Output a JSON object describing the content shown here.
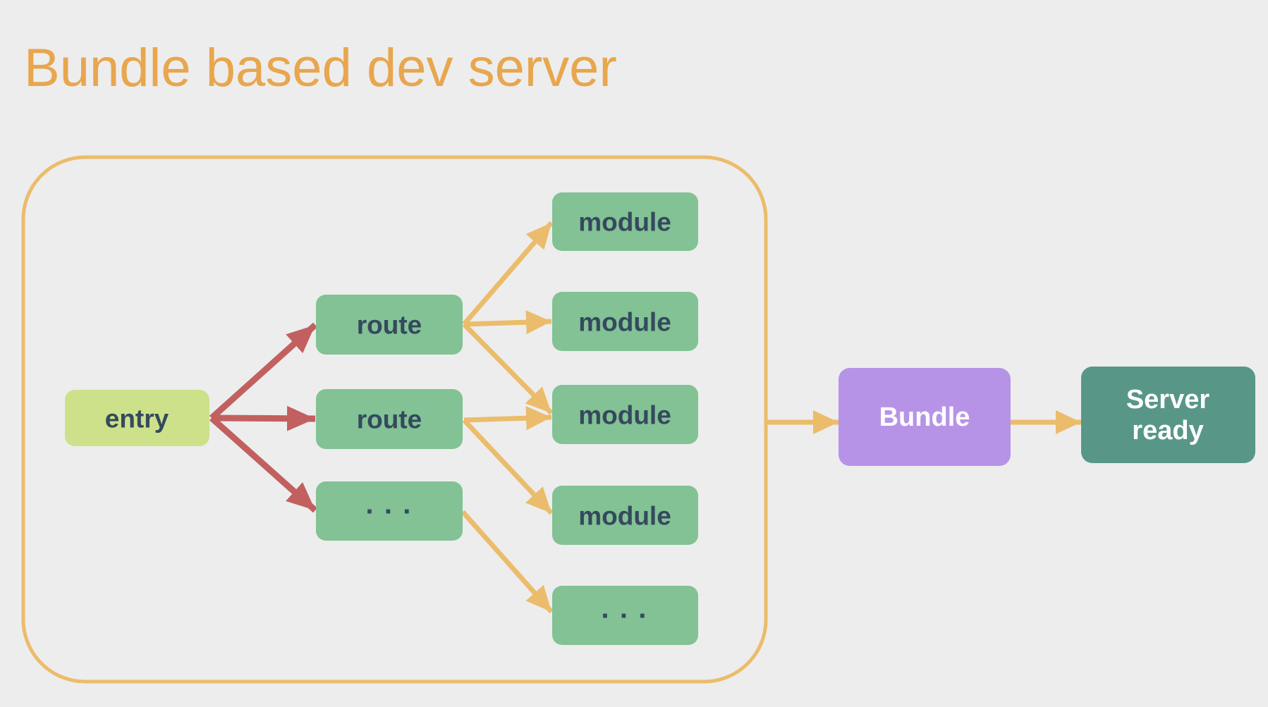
{
  "title": "Bundle based dev server",
  "colors": {
    "background": "#ededed",
    "title_text": "#e8a64e",
    "container_border": "#ebbc6b",
    "arrow_yellow": "#ebbc6b",
    "arrow_red": "#c26060",
    "node_green": "#82c294",
    "node_lime": "#cde18b",
    "node_purple": "#b793e8",
    "node_teal": "#589788",
    "node_text_dark": "#35495e",
    "node_text_light": "#ffffff"
  },
  "diagram": {
    "nodes": {
      "entry": {
        "label": "entry"
      },
      "route_1": {
        "label": "route"
      },
      "route_2": {
        "label": "route"
      },
      "route_more": {
        "label": "· · ·"
      },
      "module_1": {
        "label": "module"
      },
      "module_2": {
        "label": "module"
      },
      "module_3": {
        "label": "module"
      },
      "module_4": {
        "label": "module"
      },
      "module_more": {
        "label": "· · ·"
      },
      "bundle": {
        "label": "Bundle"
      },
      "server_ready": {
        "label": "Server ready",
        "lines": [
          "Server",
          "ready"
        ]
      }
    },
    "edges": [
      {
        "from": "entry",
        "to": "route_1",
        "color": "red"
      },
      {
        "from": "entry",
        "to": "route_2",
        "color": "red"
      },
      {
        "from": "entry",
        "to": "route_more",
        "color": "red"
      },
      {
        "from": "route_1",
        "to": "module_1",
        "color": "yellow"
      },
      {
        "from": "route_1",
        "to": "module_2",
        "color": "yellow"
      },
      {
        "from": "route_1",
        "to": "module_3",
        "color": "yellow"
      },
      {
        "from": "route_2",
        "to": "module_3",
        "color": "yellow"
      },
      {
        "from": "route_2",
        "to": "module_4",
        "color": "yellow"
      },
      {
        "from": "route_more",
        "to": "module_more",
        "color": "yellow"
      },
      {
        "from": "bundler_scope",
        "to": "bundle",
        "color": "yellow"
      },
      {
        "from": "bundle",
        "to": "server_ready",
        "color": "yellow"
      }
    ]
  }
}
